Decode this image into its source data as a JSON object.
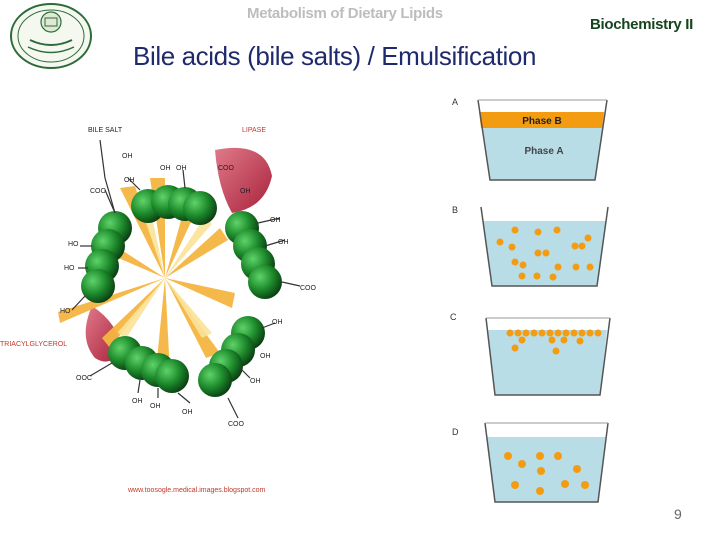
{
  "header": {
    "title": "Metabolism of Dietary Lipids",
    "course": "Biochemistry II"
  },
  "slide": {
    "title": "Bile acids (bile salts) / Emulsification",
    "page_number": "9"
  },
  "micelle_figure": {
    "labels": {
      "bile_salt": "BILE SALT",
      "lipase": "LIPASE",
      "triacylglycerol": "TRIACYLGLYCEROL",
      "oh": "OH",
      "coo": "COO",
      "ho": "HO",
      "ooc": "OOC"
    },
    "credit": "www.toosogle.medical.images.blogspot.com"
  },
  "phase_figure": {
    "panels": [
      "A",
      "B",
      "C",
      "D"
    ],
    "phase_b": "Phase B",
    "phase_a": "Phase A"
  },
  "colors": {
    "course": "#16441f",
    "title": "#1f2a6e",
    "header": "#bdbdbd",
    "water": "#b8dde6",
    "oil": "#f39c12",
    "bile_green": "#1d8a2b",
    "lipase": "#c03048"
  }
}
